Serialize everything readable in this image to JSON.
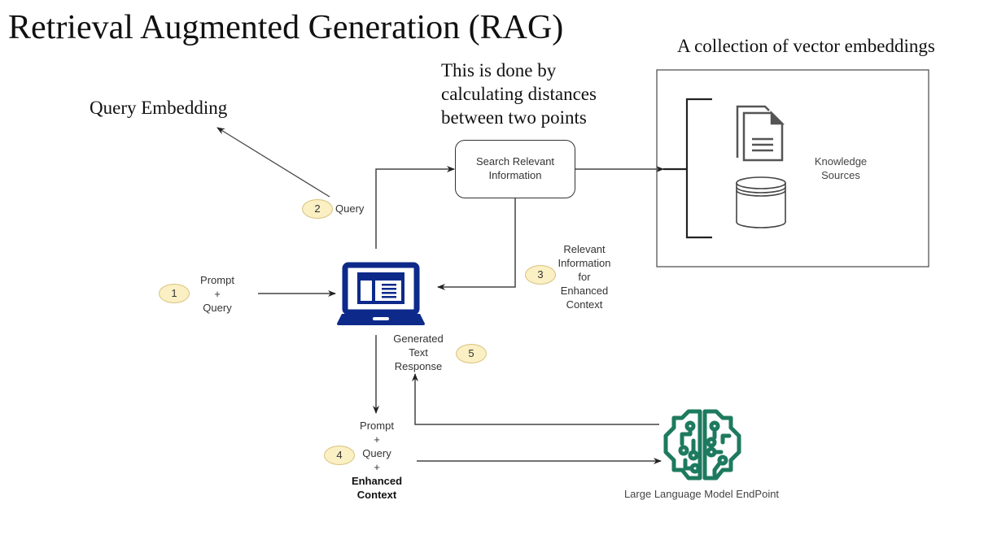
{
  "title": "Retrieval Augmented Generation (RAG)",
  "annotations": {
    "query_embedding": "Query Embedding",
    "distance_note": [
      "This is done by",
      "calculating distances",
      "between two points"
    ],
    "vector_collection": "A collection of vector embeddings"
  },
  "nodes": {
    "search": [
      "Search Relevant",
      "Information"
    ],
    "knowledge": [
      "Knowledge",
      "Sources"
    ],
    "llm": "Large Language Model EndPoint"
  },
  "steps": [
    {
      "number": "1",
      "label": [
        "Prompt",
        "+",
        "Query"
      ]
    },
    {
      "number": "2",
      "label": [
        "Query"
      ]
    },
    {
      "number": "3",
      "label": [
        "Relevant",
        "Information",
        "for",
        "Enhanced",
        "Context"
      ]
    },
    {
      "number": "4",
      "label": [
        "Prompt",
        "+",
        "Query",
        "+",
        "Enhanced",
        "Context"
      ]
    },
    {
      "number": "5",
      "label": [
        "Generated",
        "Text",
        "Response"
      ]
    }
  ],
  "colors": {
    "laptop": "#0d2a8a",
    "brain": "#1e7a5e",
    "badge_fill": "#fbefc4",
    "line": "#333333"
  }
}
